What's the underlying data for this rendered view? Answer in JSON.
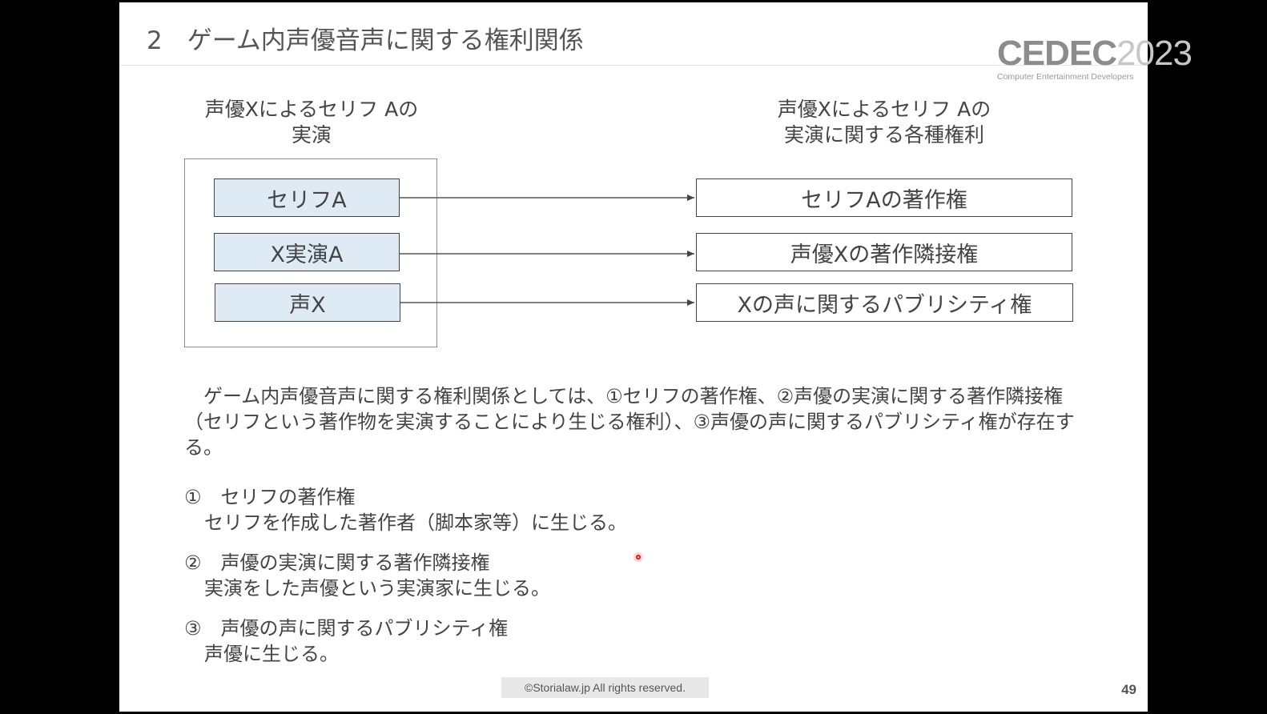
{
  "slide": {
    "title": "2　ゲーム内声優音声に関する権利関係",
    "logo": {
      "brand": "CEDEC",
      "year": "2023",
      "subtitle": "Computer Entertainment Developers"
    },
    "diagram": {
      "left_heading": [
        "声優Xによるセリフ Aの",
        "実演"
      ],
      "right_heading": [
        "声優Xによるセリフ Aの",
        "実演に関する各種権利"
      ],
      "sources": [
        "セリフA",
        "X実演A",
        "声X"
      ],
      "targets": [
        "セリフAの著作権",
        "声優Xの著作隣接権",
        "Xの声に関するパブリシティ権"
      ]
    },
    "paragraph": "　ゲーム内声優音声に関する権利関係としては、①セリフの著作権、②声優の実演に関する著作隣接権（セリフという著作物を実演することにより生じる権利）、③声優の声に関するパブリシティ権が存在する。",
    "items": [
      {
        "title": "①　セリフの著作権",
        "body": "セリフを作成した著作者（脚本家等）に生じる。"
      },
      {
        "title": "②　声優の実演に関する著作隣接権",
        "body": "実演をした声優という実演家に生じる。"
      },
      {
        "title": "③　声優の声に関するパブリシティ権",
        "body": "声優に生じる。"
      }
    ],
    "footer": "©Storialaw.jp All rights reserved.",
    "page_number": "49"
  }
}
